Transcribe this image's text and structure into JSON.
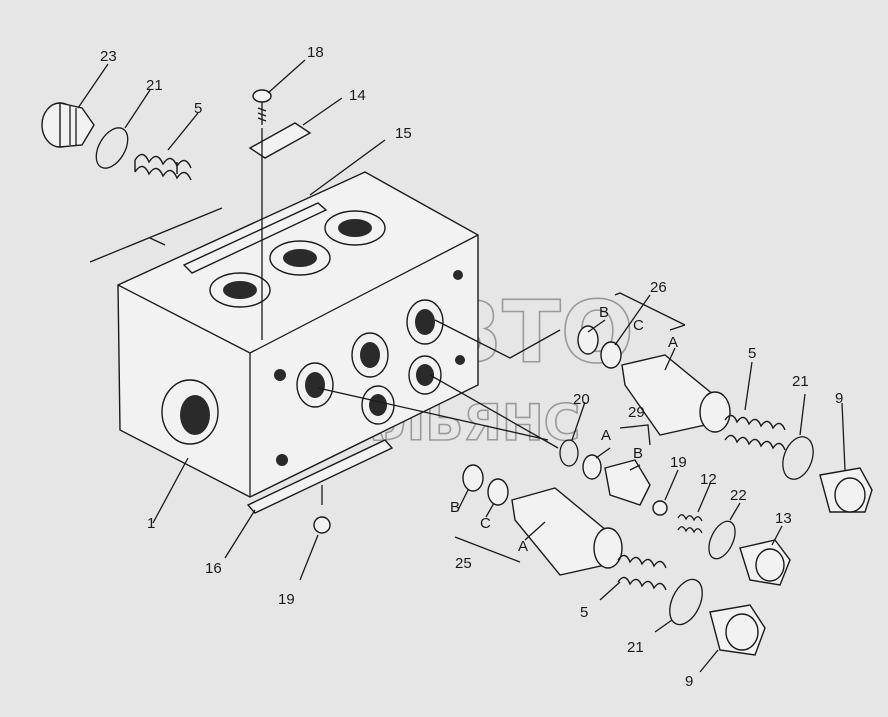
{
  "watermark": {
    "line1": "АВТО",
    "line2": "АЛЬЯНС"
  },
  "callouts": {
    "c23": "23",
    "c21_top": "21",
    "c5_top": "5",
    "c18": "18",
    "c14": "14",
    "c15": "15",
    "c26": "26",
    "c26_b": "B",
    "c26_c": "C",
    "c26_a": "A",
    "c5_right": "5",
    "c21_right": "21",
    "c9_right": "9",
    "c20": "20",
    "c29": "29",
    "c29_a": "A",
    "c29_b": "B",
    "c19_mid": "19",
    "c12": "12",
    "c22": "22",
    "c13": "13",
    "c1": "1",
    "c16": "16",
    "c19_bottom": "19",
    "c25_b": "B",
    "c25_c": "C",
    "c25_a": "A",
    "c25": "25",
    "c5_bottom": "5",
    "c21_bottom": "21",
    "c9_bottom": "9"
  }
}
